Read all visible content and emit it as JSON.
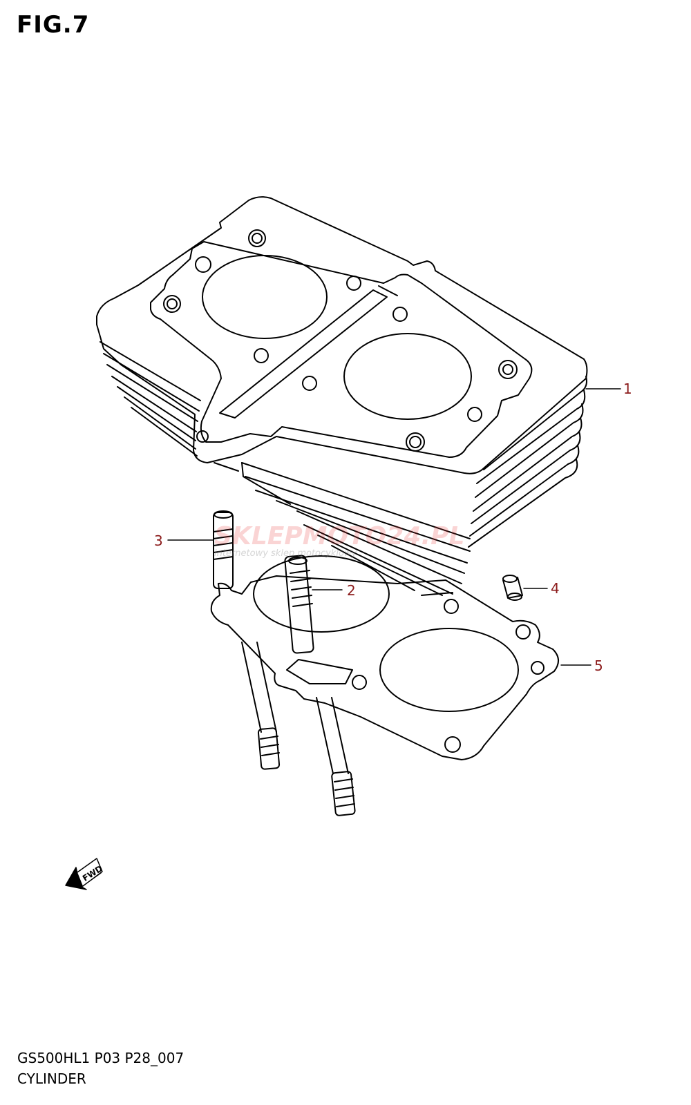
{
  "figure": {
    "title": "FIG.7"
  },
  "watermark": {
    "logo_text": "SKLEPMOTO24.PL",
    "tagline": "internetowy sklep motocyklowy"
  },
  "callouts": [
    {
      "number": "1",
      "part": "cylinder"
    },
    {
      "number": "2",
      "part": "stud"
    },
    {
      "number": "3",
      "part": "stud"
    },
    {
      "number": "4",
      "part": "dowel pin"
    },
    {
      "number": "5",
      "part": "cylinder gasket"
    }
  ],
  "fwd_label": "FWD",
  "footer": {
    "code": "GS500HL1 P03 P28_007",
    "name": "CYLINDER"
  },
  "colors": {
    "line": "#000000",
    "callout_text": "#8b1a1a",
    "watermark": "#e63a3a"
  }
}
